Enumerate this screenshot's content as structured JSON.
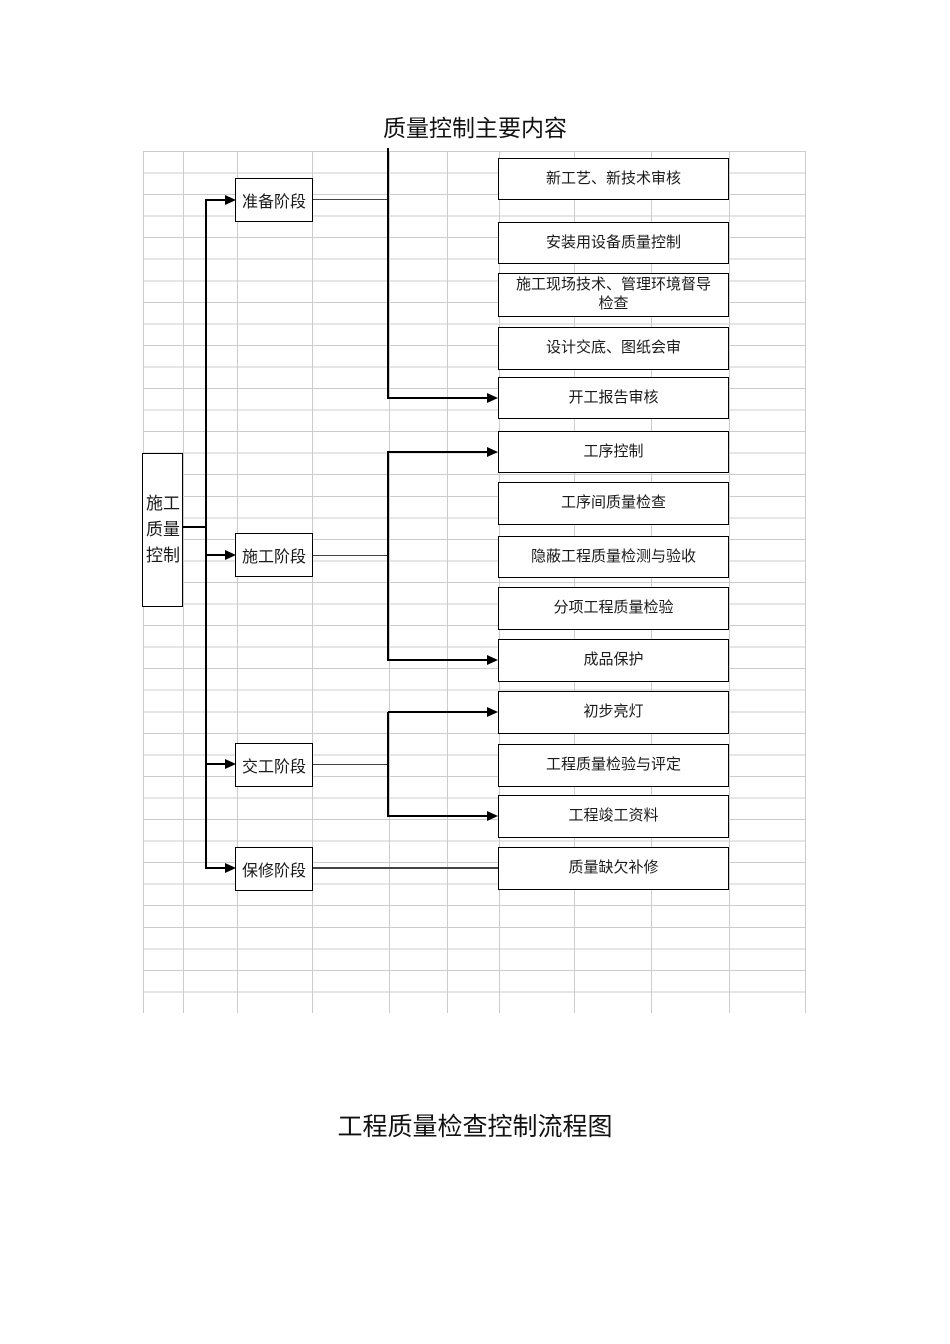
{
  "page": {
    "top_title": "质量控制主要内容",
    "bottom_caption": "工程质量检查控制流程图"
  },
  "flowchart": {
    "root_label": "施工质量控制",
    "stages": [
      {
        "label": "准备阶段"
      },
      {
        "label": "施工阶段"
      },
      {
        "label": "交工阶段"
      },
      {
        "label": "保修阶段"
      }
    ],
    "items": [
      {
        "label": "新工艺、新技术审核"
      },
      {
        "label": "安装用设备质量控制"
      },
      {
        "label": "施工现场技术、管理环境督导检查"
      },
      {
        "label": "设计交底、图纸会审"
      },
      {
        "label": "开工报告审核"
      },
      {
        "label": "工序控制"
      },
      {
        "label": "工序间质量检查"
      },
      {
        "label": "隐蔽工程质量检测与验收"
      },
      {
        "label": "分项工程质量检验"
      },
      {
        "label": "成品保护"
      },
      {
        "label": "初步亮灯"
      },
      {
        "label": "工程质量检验与评定"
      },
      {
        "label": "工程竣工资料"
      },
      {
        "label": "质量缺欠补修"
      }
    ],
    "colors": {
      "line": "#000000",
      "grid": "#cccccc",
      "text": "#1a1a1a"
    }
  }
}
